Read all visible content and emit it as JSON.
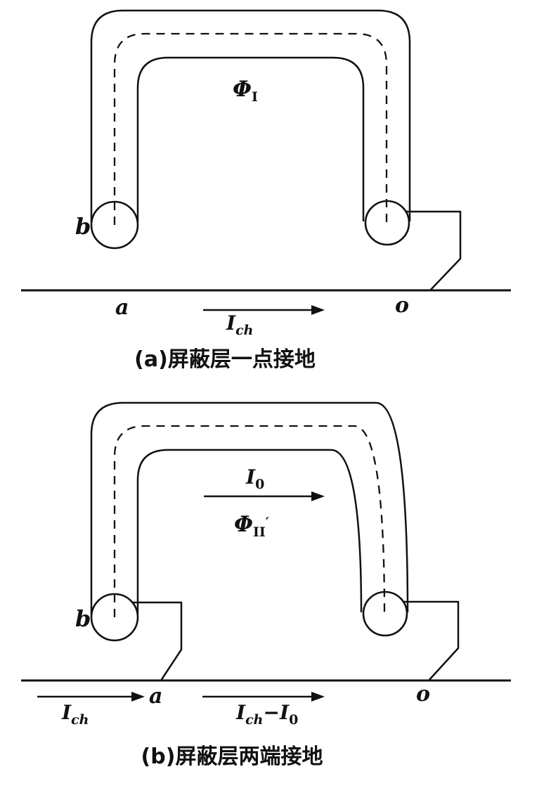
{
  "figure": {
    "diagram_a": {
      "point_b": "b",
      "point_a": "a",
      "point_o": "o",
      "flux_base": "Φ",
      "flux_sub": "I",
      "current_base": "I",
      "current_sub": "ch",
      "caption": "(a)屏蔽层一点接地"
    },
    "diagram_b": {
      "point_b": "b",
      "point_a": "a",
      "point_o": "o",
      "shield_current_base": "I",
      "shield_current_sub": "0",
      "flux_base": "Φ",
      "flux_sub": "II",
      "flux_prime": "′",
      "left_current_base": "I",
      "left_current_sub": "ch",
      "mid_current_base1": "I",
      "mid_current_sub1": "ch",
      "mid_current_base2": "−I",
      "mid_current_sub2": "0",
      "caption": "(b)屏蔽层两端接地"
    }
  }
}
